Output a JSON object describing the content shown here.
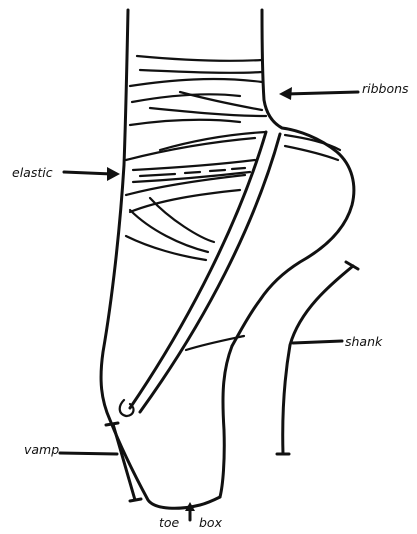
{
  "labels": {
    "ribbons": "ribbons",
    "elastic": "elastic",
    "shank": "shank",
    "vamp": "vamp",
    "toe": "toe",
    "box": "box"
  },
  "colors": {
    "ink": "#111111",
    "background": "#ffffff"
  }
}
